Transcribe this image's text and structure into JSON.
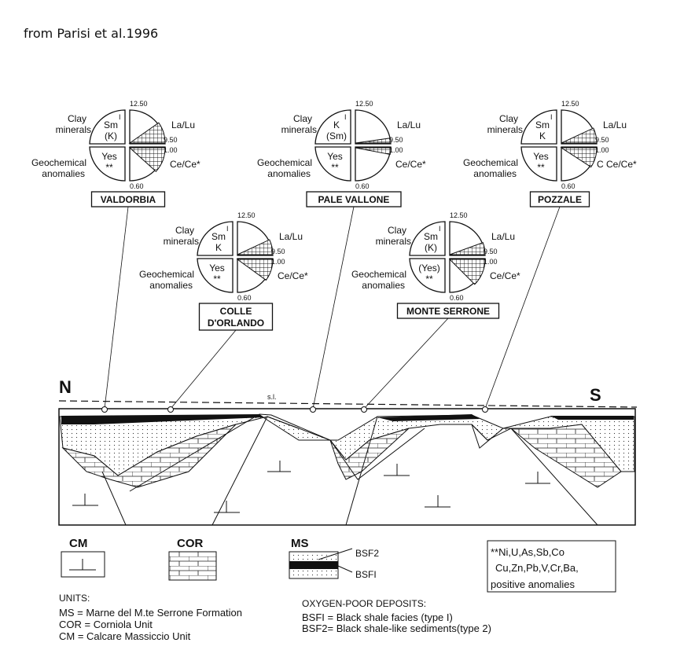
{
  "caption": "from Parisi et al.1996",
  "pie_labels": {
    "clay": [
      "Clay",
      "minerals"
    ],
    "geo": [
      "Geochemical",
      "anomalies"
    ],
    "lalu": "La/Lu",
    "cece": "Ce/Ce*",
    "v1": "12.50",
    "v2": "9.50",
    "v3": "1.00",
    "v4": "0.60"
  },
  "stations": [
    {
      "name": "VALDORBIA",
      "clay": [
        "I",
        "Sm",
        "(K)"
      ],
      "anomaly": [
        "Yes",
        "**"
      ]
    },
    {
      "name": "PALE VALLONE",
      "clay": [
        "I",
        "K",
        "(Sm)"
      ],
      "anomaly": [
        "Yes",
        "**"
      ]
    },
    {
      "name": "POZZALE",
      "clay": [
        "I",
        "Sm",
        "K"
      ],
      "anomaly": [
        "Yes",
        "**"
      ],
      "cece_label": "C Ce/Ce*"
    },
    {
      "name": "COLLE D'ORLANDO",
      "name_lines": [
        "COLLE",
        "D'ORLANDO"
      ],
      "clay": [
        "I",
        "Sm",
        "K"
      ],
      "anomaly": [
        "Yes",
        "**"
      ]
    },
    {
      "name": "MONTE SERRONE",
      "clay": [
        "I",
        "Sm",
        "(K)"
      ],
      "anomaly": [
        "(Yes)",
        "**"
      ]
    }
  ],
  "section": {
    "north": "N",
    "south": "S",
    "sea_level": "s.l."
  },
  "legend": {
    "cm": "CM",
    "cor": "COR",
    "ms": "MS",
    "bsf2": "BSF2",
    "bsf1": "BSFI",
    "anomalies": [
      "**Ni,U,As,Sb,Co",
      "Cu,Zn,Pb,V,Cr,Ba,",
      "positive anomalies"
    ],
    "units_title": "UNITS:",
    "units": [
      "MS = Marne del M.te Serrone Formation",
      "COR = Corniola Unit",
      "CM = Calcare  Massiccio Unit"
    ],
    "deposits_title": "OXYGEN-POOR DEPOSITS:",
    "deposits": [
      "BSFI = Black shale facies (type I)",
      "BSF2= Black shale-like sediments(type 2)"
    ]
  }
}
